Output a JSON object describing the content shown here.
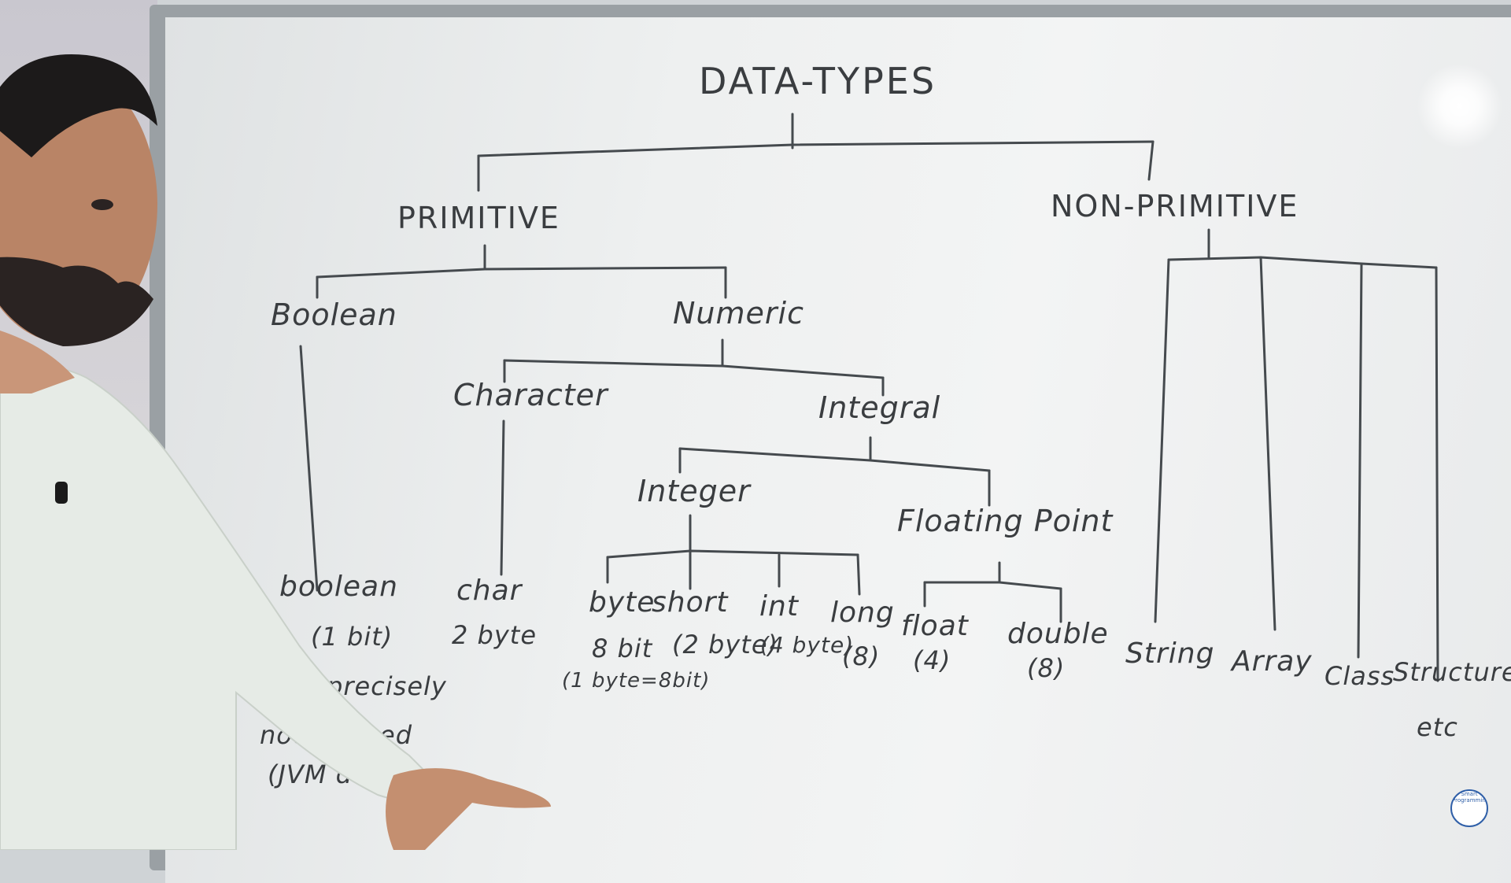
{
  "scene": {
    "description_kind": "whiteboard-lecture",
    "colors": {
      "board": "#eef0f0",
      "marker": "#3a3d40",
      "shirt": "#e6ebe6",
      "wall": "#cfd3d6"
    }
  },
  "whiteboard": {
    "root": "DATA-TYPES",
    "primitive": "PRIMITIVE",
    "non_primitive": "NON-PRIMITIVE",
    "boolean_group": "Boolean",
    "numeric": "Numeric",
    "character": "Character",
    "integral": "Integral",
    "integer": "Integer",
    "floating_point": "Floating Point",
    "leaf_boolean": "boolean",
    "leaf_boolean_size": "(1 bit)",
    "boolean_note_1": "precisely",
    "boolean_note_2": "not defined",
    "boolean_note_3": "(JVM dep)",
    "leaf_char": "char",
    "leaf_char_size": "2 byte",
    "leaf_byte": "byte",
    "leaf_byte_size": "8 bit",
    "leaf_byte_note": "(1 byte=8bit)",
    "leaf_short": "short",
    "leaf_short_size": "(2 byte)",
    "leaf_int": "int",
    "leaf_int_size": "(4 byte)",
    "leaf_long": "long",
    "leaf_long_size": "(8)",
    "leaf_float": "float",
    "leaf_float_size": "(4)",
    "leaf_double": "double",
    "leaf_double_size": "(8)",
    "leaf_string": "String",
    "leaf_array": "Array",
    "leaf_class": "Class",
    "leaf_structure": "Structure",
    "leaf_etc": "etc"
  },
  "logo": {
    "text": "Smart Programming"
  }
}
